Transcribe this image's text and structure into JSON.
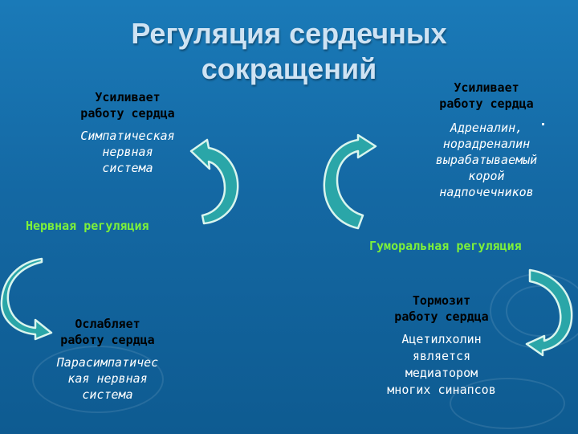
{
  "title": [
    "Регуляция сердечных",
    "сокращений"
  ],
  "left_top": {
    "heading": [
      "Усиливает",
      "работу сердца"
    ],
    "body": [
      "Симпатическая",
      "нервная",
      "система"
    ]
  },
  "left_bottom": {
    "heading": [
      "Ослабляет",
      "работу сердца"
    ],
    "body": [
      "Парасимпатичес",
      "кая нервная",
      "система"
    ]
  },
  "right_top": {
    "heading": [
      "Усиливает",
      "работу сердца"
    ],
    "body": [
      "Адреналин,",
      "норадреналин",
      "вырабатываемый",
      "корой",
      "надпочечников"
    ]
  },
  "right_bottom": {
    "heading": [
      "Тормозит",
      "работу сердца"
    ],
    "body": [
      "Ацетилхолин",
      "является",
      "медиатором",
      "многих синапсов"
    ]
  },
  "nervous_label": "Нервная регуляция",
  "humoral_label": "Гуморальная регуляция",
  "colors": {
    "label_green": "#7df03a",
    "heading": "#000000",
    "arrow_fill": "#2aa6a8",
    "arrow_edge": "#d9f5ee"
  }
}
